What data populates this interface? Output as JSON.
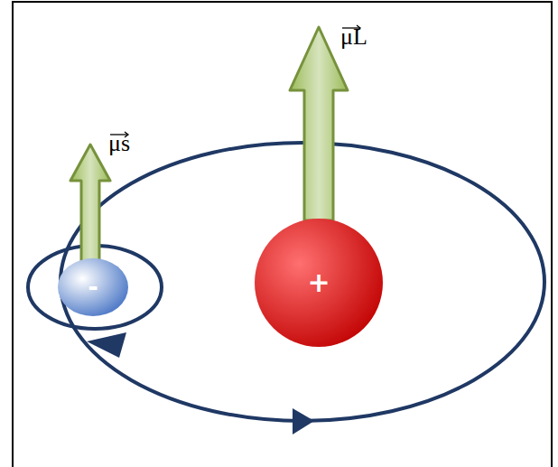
{
  "diagram": {
    "nodes": [
      {
        "text": [
          "-"
        ]
      },
      {
        "text": [
          "+"
        ]
      }
    ],
    "labels": [
      "μs",
      "μL"
    ]
  }
}
